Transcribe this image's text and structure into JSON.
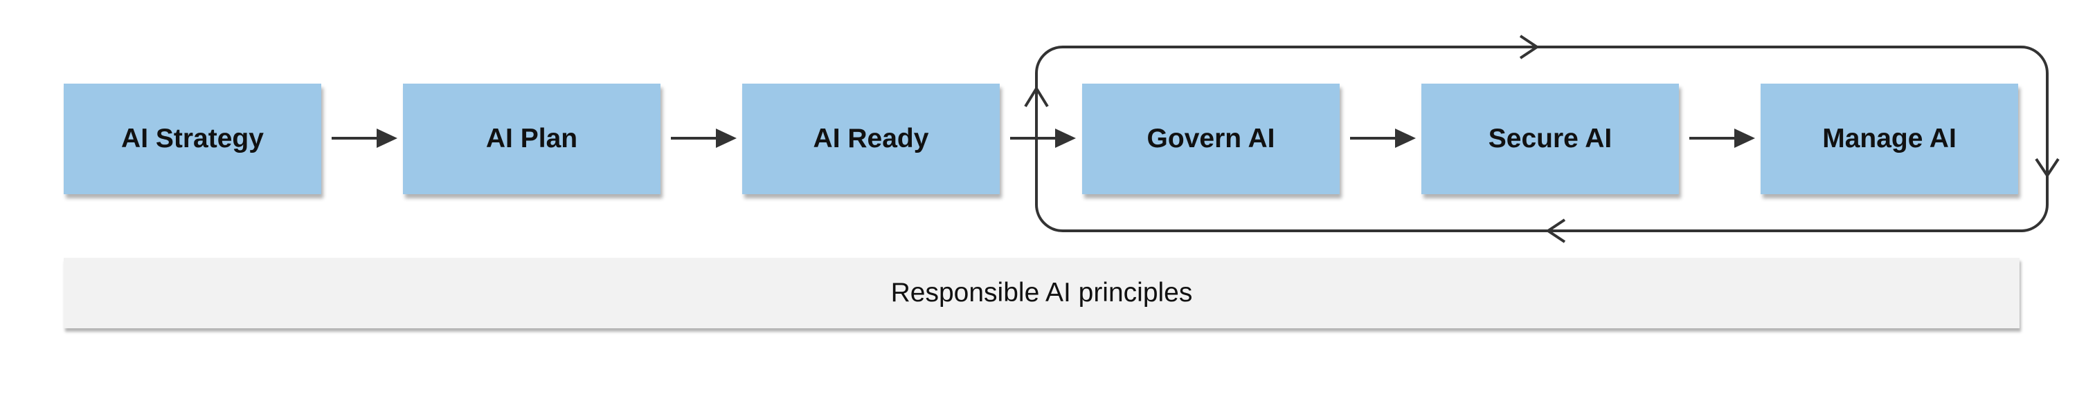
{
  "colors": {
    "node_fill": "#9DC8E8",
    "banner_fill": "#F2F2F2",
    "connector": "#333333",
    "loop": "#333333"
  },
  "diagram": {
    "nodes": [
      {
        "id": "ai-strategy",
        "label": "AI Strategy"
      },
      {
        "id": "ai-plan",
        "label": "AI Plan"
      },
      {
        "id": "ai-ready",
        "label": "AI Ready"
      },
      {
        "id": "govern-ai",
        "label": "Govern AI"
      },
      {
        "id": "secure-ai",
        "label": "Secure AI"
      },
      {
        "id": "manage-ai",
        "label": "Manage AI"
      }
    ],
    "edges": [
      {
        "from": "ai-strategy",
        "to": "ai-plan"
      },
      {
        "from": "ai-plan",
        "to": "ai-ready"
      },
      {
        "from": "ai-ready",
        "to": "govern-ai"
      },
      {
        "from": "govern-ai",
        "to": "secure-ai"
      },
      {
        "from": "secure-ai",
        "to": "manage-ai"
      }
    ],
    "cycle": {
      "nodes": [
        "govern-ai",
        "secure-ai",
        "manage-ai"
      ],
      "direction": "clockwise"
    },
    "foundation": {
      "label": "Responsible AI principles"
    }
  }
}
